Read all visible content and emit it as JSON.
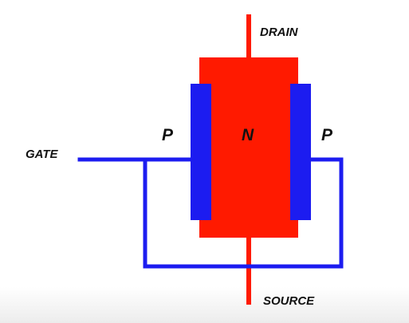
{
  "diagram": {
    "labels": {
      "drain": "DRAIN",
      "source": "SOURCE",
      "gate": "GATE",
      "channel": "N",
      "gate_region_left": "P",
      "gate_region_right": "P"
    },
    "colors": {
      "channel": "#ff1a00",
      "gate_region": "#1c1cf0",
      "wire": "#1c1cf0",
      "drain_source_lead": "#ff1a00",
      "background": "#ffffff"
    }
  }
}
